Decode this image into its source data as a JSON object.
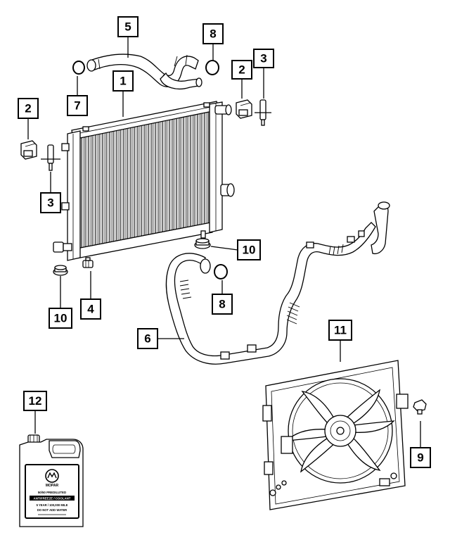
{
  "callouts": {
    "c1": "1",
    "c2a": "2",
    "c2b": "2",
    "c3a": "3",
    "c3b": "3",
    "c4": "4",
    "c5": "5",
    "c6": "6",
    "c7": "7",
    "c8a": "8",
    "c8b": "8",
    "c9": "9",
    "c10a": "10",
    "c10b": "10",
    "c11": "11",
    "c12": "12"
  },
  "jug_label": {
    "brand": "MOPAR",
    "line1": "50/50 PREDILUTED",
    "line2": "ANTIFREEZE / COOLANT",
    "line3": "5 YEAR / 100,000 MILE",
    "line4": "DO NOT ADD WATER"
  }
}
